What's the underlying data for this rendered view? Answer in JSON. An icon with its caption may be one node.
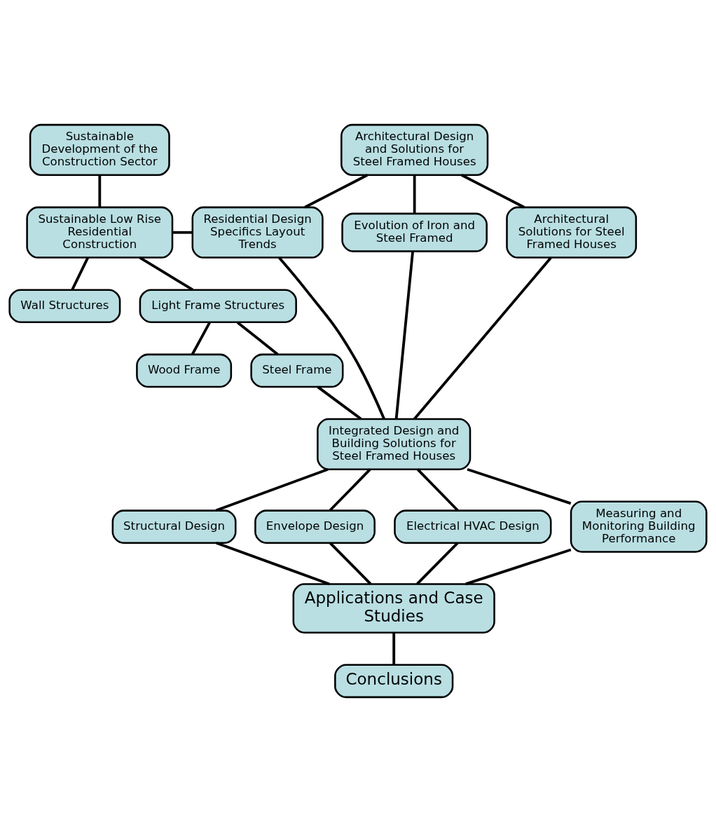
{
  "diagram": {
    "nodes": [
      {
        "text": [
          "Sustainable Development of the Construction Sector"
        ]
      },
      {
        "text": [
          "Architectural Design and Solutions for Steel Framed Houses"
        ]
      },
      {
        "text": [
          "Sustainable Low Rise Residential Construction"
        ]
      },
      {
        "text": [
          "Residential Design Specifics Layout Trends"
        ]
      },
      {
        "text": [
          "Evolution of Iron and Steel Framed"
        ]
      },
      {
        "text": [
          "Architectural Solutions for Steel Framed Houses"
        ]
      },
      {
        "text": [
          "Wall Structures"
        ]
      },
      {
        "text": [
          "Light Frame Structures"
        ]
      },
      {
        "text": [
          "Wood Frame"
        ]
      },
      {
        "text": [
          "Steel Frame"
        ]
      },
      {
        "text": [
          "Integrated Design and Building Solutions for Steel Framed Houses"
        ]
      },
      {
        "text": [
          "Structural Design"
        ]
      },
      {
        "text": [
          "Envelope Design"
        ]
      },
      {
        "text": [
          "Electrical HVAC Design"
        ]
      },
      {
        "text": [
          "Measuring and Monitoring Building Performance"
        ]
      },
      {
        "text": [
          "Applications and Case Studies"
        ]
      },
      {
        "text": [
          "Conclusions"
        ]
      }
    ],
    "edges": [
      {
        "from": 0,
        "to": 2,
        "arrow": "none"
      },
      {
        "from": 1,
        "to": 3,
        "arrow": "none"
      },
      {
        "from": 1,
        "to": 4,
        "arrow": "none"
      },
      {
        "from": 1,
        "to": 5,
        "arrow": "none"
      },
      {
        "from": 2,
        "to": 3,
        "arrow": "none"
      },
      {
        "from": 2,
        "to": 6,
        "arrow": "none"
      },
      {
        "from": 2,
        "to": 7,
        "arrow": "none"
      },
      {
        "from": 7,
        "to": 8,
        "arrow": "none"
      },
      {
        "from": 7,
        "to": 9,
        "arrow": "none"
      },
      {
        "from": 9,
        "to": 10,
        "arrow": "none"
      },
      {
        "from": 3,
        "to": 10,
        "arrow": "none"
      },
      {
        "from": 4,
        "to": 10,
        "arrow": "none"
      },
      {
        "from": 5,
        "to": 10,
        "arrow": "none"
      },
      {
        "from": 10,
        "to": 11,
        "arrow": "none"
      },
      {
        "from": 10,
        "to": 12,
        "arrow": "none"
      },
      {
        "from": 10,
        "to": 13,
        "arrow": "none"
      },
      {
        "from": 10,
        "to": 14,
        "arrow": "none"
      },
      {
        "from": 11,
        "to": 15,
        "arrow": "none"
      },
      {
        "from": 12,
        "to": 15,
        "arrow": "none"
      },
      {
        "from": 13,
        "to": 15,
        "arrow": "none"
      },
      {
        "from": 14,
        "to": 15,
        "arrow": "none"
      },
      {
        "from": 15,
        "to": 16,
        "arrow": "none"
      }
    ]
  }
}
